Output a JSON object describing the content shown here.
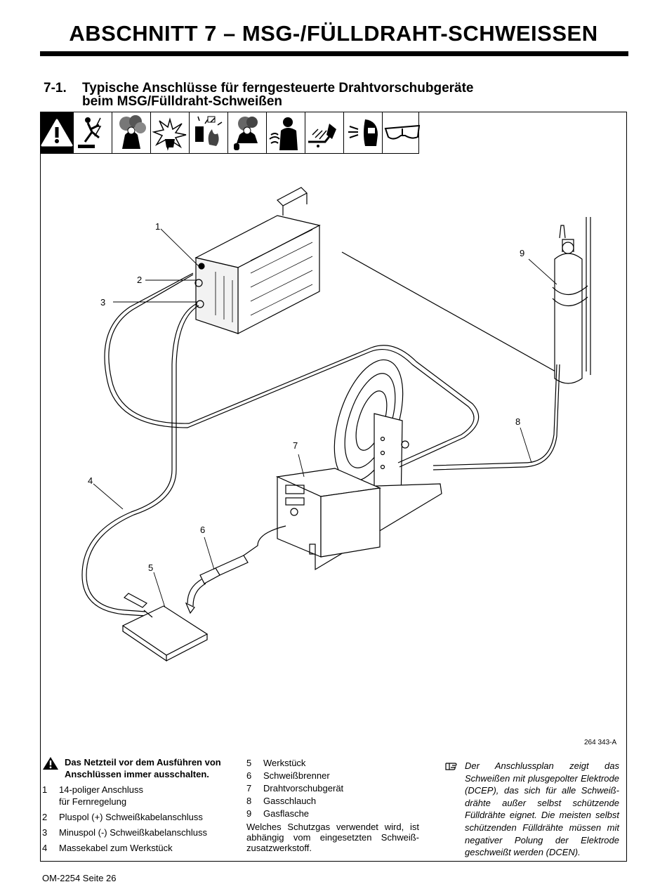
{
  "header": {
    "section_title": "ABSCHNITT 7 – MSG-/FÜLLDRAHT-SCHWEISSEN"
  },
  "subsection": {
    "number": "7-1.",
    "title_line1": "Typische Anschlüsse für ferngesteuerte Drahtvorschubgeräte",
    "title_line2": "beim MSG/Fülldraht-Schweißen"
  },
  "safety_icons": [
    "warning-triangle-icon",
    "electric-shock-icon",
    "fumes-icon",
    "explosion-icon",
    "fire-sparks-icon",
    "gas-cylinder-icon",
    "pacemaker-icon",
    "hot-parts-icon",
    "welding-helmet-icon",
    "safety-glasses-icon"
  ],
  "figure": {
    "id": "264 343-A",
    "callouts": [
      "1",
      "2",
      "3",
      "4",
      "5",
      "6",
      "7",
      "8",
      "9"
    ]
  },
  "legend": {
    "warning": "Das Netzteil vor dem Ausführen von Anschlüssen immer ausschalten.",
    "items_col1": [
      {
        "num": "1",
        "line1": "14-poliger Anschluss",
        "line2": "für Fernregelung"
      },
      {
        "num": "2",
        "line1": "Pluspol (+) Schweißkabelanschluss"
      },
      {
        "num": "3",
        "line1": "Minuspol (-) Schweißkabelanschluss"
      },
      {
        "num": "4",
        "line1": "Massekabel zum Werkstück"
      }
    ],
    "items_col2": [
      {
        "num": "5",
        "line1": "Werkstück"
      },
      {
        "num": "6",
        "line1": "Schweißbrenner"
      },
      {
        "num": "7",
        "line1": "Drahtvorschubgerät"
      },
      {
        "num": "8",
        "line1": "Gasschlauch"
      },
      {
        "num": "9",
        "line1": "Gasflasche"
      }
    ],
    "gas_note": "Welches Schutzgas verwendet wird, ist abhängig vom eingesetzten Schweiß­zusatzwerkstoff.",
    "note": "Der Anschlussplan zeigt das Schweißen mit plusgepolter Elektrode (DCEP), das sich für alle Schweiß­drähte außer selbst schützende Fülldrähte eignet. Die meisten selbst schützenden Fülldrähte müssen mit negativer Polung der Elektrode geschweißt werden (DCEN)."
  },
  "footer": {
    "page": "OM-2254 Seite 26"
  }
}
